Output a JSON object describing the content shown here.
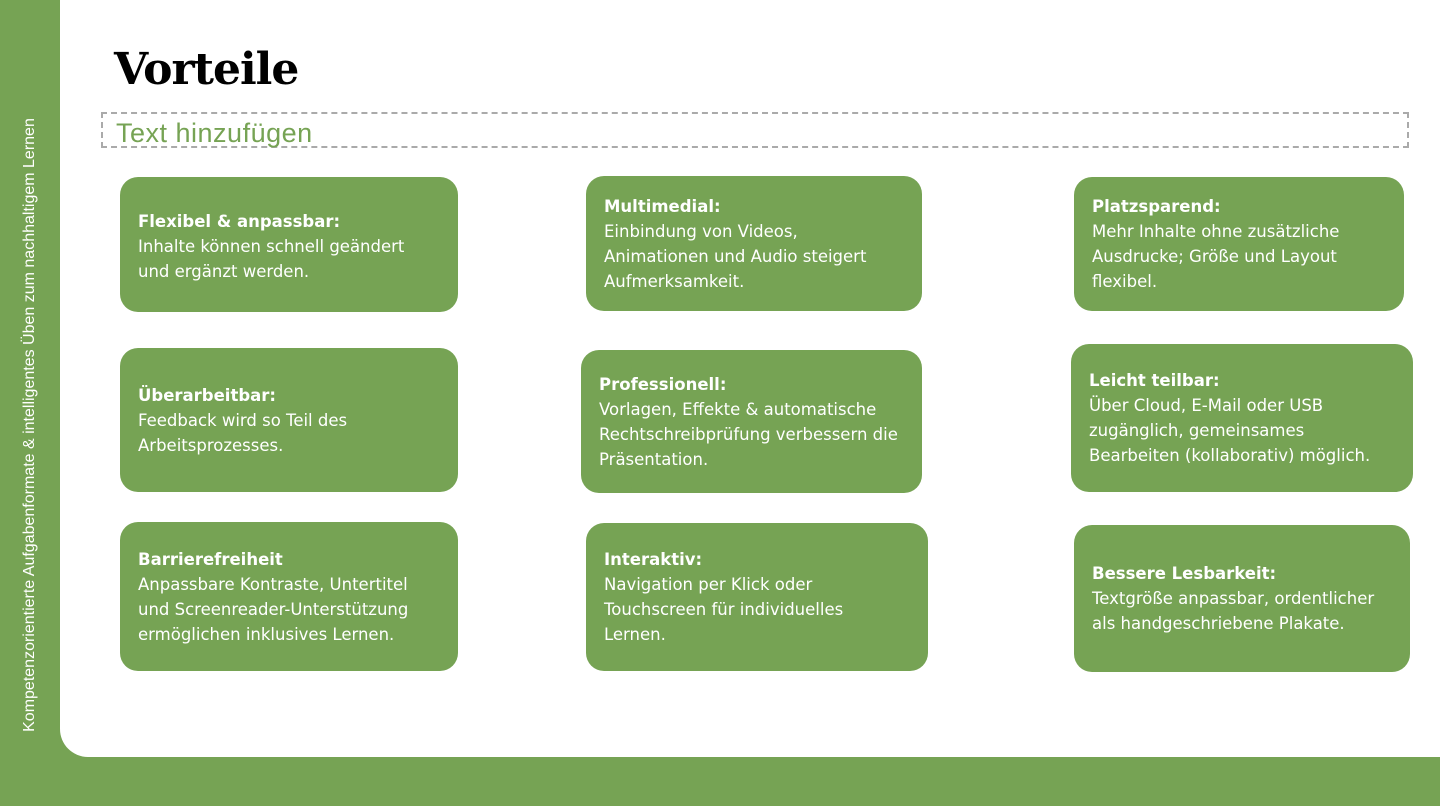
{
  "sidebar_text": "Kompetenzorientierte Aufgabenformate & intelligentes Üben zum nachhaltigem Lernen",
  "title": "Vorteile",
  "subtitle_placeholder": "Text hinzufügen",
  "cards": [
    {
      "heading": "Flexibel & anpassbar:",
      "body": "Inhalte können schnell geändert und ergänzt werden."
    },
    {
      "heading": "Multimedial:",
      "body": "Einbindung von Videos, Animationen und Audio steigert Aufmerksamkeit."
    },
    {
      "heading": "Platzsparend:",
      "body": "Mehr Inhalte ohne zusätzliche Ausdrucke; Größe und Layout flexibel."
    },
    {
      "heading": "Überarbeitbar:",
      "body": "Feedback wird so Teil des Arbeitsprozesses."
    },
    {
      "heading": "Professionell:",
      "body": "Vorlagen, Effekte & automatische Rechtschreibprüfung verbessern die Präsentation."
    },
    {
      "heading": "Leicht teilbar:",
      "body": "Über Cloud, E-Mail oder USB zugänglich, gemeinsames Bearbeiten (kollaborativ) möglich."
    },
    {
      "heading": "Barrierefreiheit",
      "body": "Anpassbare Kontraste, Untertitel und Screenreader-Unterstützung ermöglichen inklusives Lernen."
    },
    {
      "heading": "Interaktiv:",
      "body": "Navigation per Klick oder Touchscreen für individuelles Lernen."
    },
    {
      "heading": "Bessere Lesbarkeit:",
      "body": "Textgröße anpassbar, ordentlicher als handgeschriebene Plakate."
    }
  ]
}
